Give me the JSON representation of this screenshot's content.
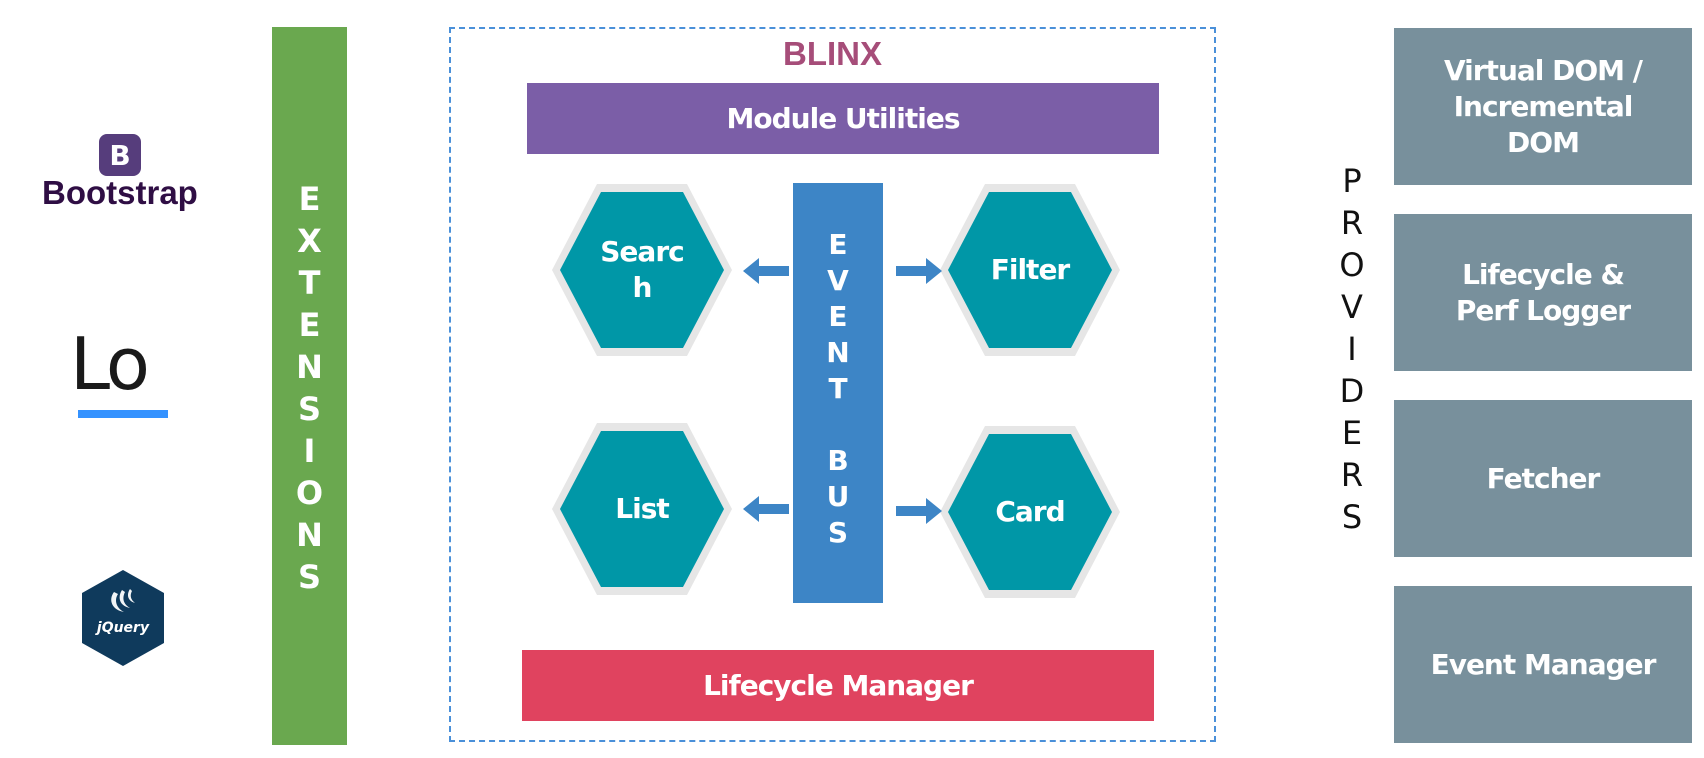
{
  "logos": {
    "bootstrap_badge": "B",
    "bootstrap_word": "Bootstrap",
    "lodash_text": "Lo",
    "jquery_text": "jQuery"
  },
  "extensions": {
    "letters": [
      "E",
      "X",
      "T",
      "E",
      "N",
      "S",
      "I",
      "O",
      "N",
      "S"
    ],
    "color": "#6aa84f"
  },
  "blinx": {
    "title": "BLINX",
    "title_color": "#a64d79",
    "module_utilities": "Module Utilities",
    "module_color": "#0097a7",
    "lifecycle_manager": "Lifecycle Manager",
    "lifecycle_color": "#e0435f",
    "event_bus": {
      "word1": [
        "E",
        "V",
        "E",
        "N",
        "T"
      ],
      "word2": [
        "B",
        "U",
        "S"
      ],
      "color": "#3d85c6"
    },
    "modules": {
      "search": "Searc h",
      "filter": "Filter",
      "list": "List",
      "card": "Card"
    }
  },
  "providers": {
    "letters": [
      "P",
      "R",
      "O",
      "V",
      "I",
      "D",
      "E",
      "R",
      "S"
    ],
    "items": [
      "Virtual DOM / Incremental DOM",
      "Lifecycle & Perf Logger",
      "Fetcher",
      "Event Manager"
    ],
    "color": "#78909c"
  }
}
